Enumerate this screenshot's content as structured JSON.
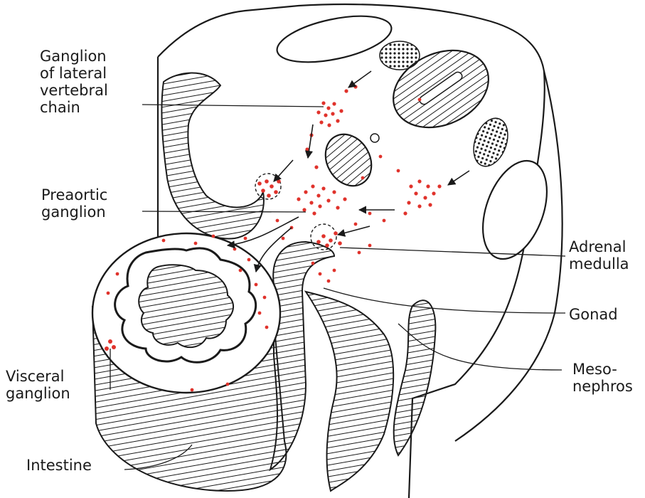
{
  "labels": {
    "ganglion_lateral": "Ganglion\nof lateral\nvertebral\nchain",
    "preaortic": "Preaortic\nganglion",
    "adrenal": "Adrenal\nmedulla",
    "gonad": "Gonad",
    "mesonephros": "Meso-\nnephros",
    "visceral": "Visceral\nganglion",
    "intestine": "Intestine"
  },
  "colors": {
    "cells": "#e0322b",
    "ink": "#1a1a1a",
    "background": "#ffffff"
  }
}
